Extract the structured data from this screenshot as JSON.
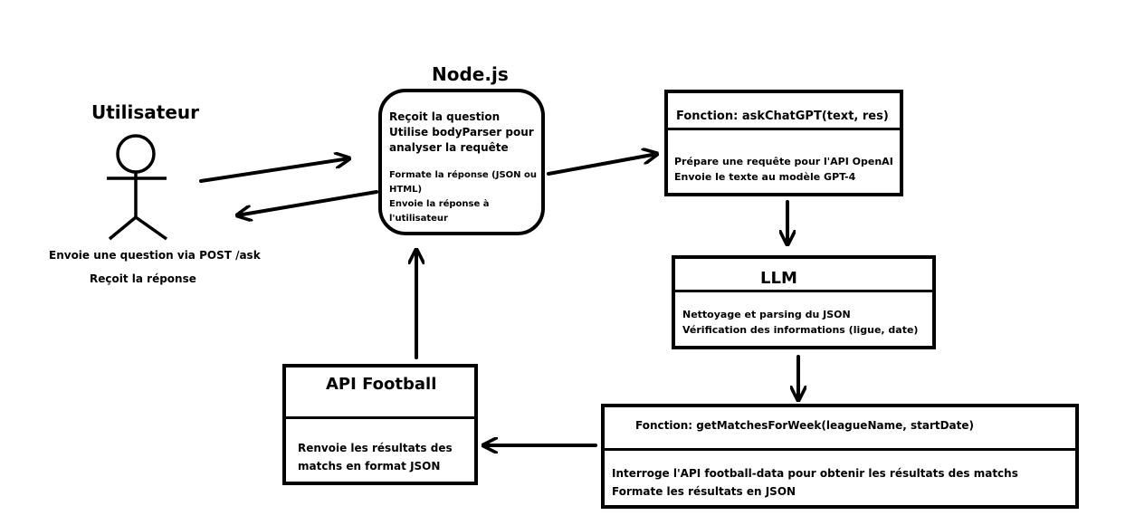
{
  "user": {
    "title": "Utilisateur",
    "line1": "Envoie une question via POST /ask",
    "line2": "Reçoit la réponse"
  },
  "node": {
    "title": "Node.js",
    "lines": [
      "Reçoit la question",
      "Utilise bodyParser pour",
      "analyser la requête",
      "Formate la réponse (JSON ou",
      "HTML)",
      "Envoie la réponse à",
      "l'utilisateur"
    ]
  },
  "askchatgpt": {
    "header": "Fonction: askChatGPT(text, res)",
    "lines": [
      "Prépare une requête pour l'API OpenAI",
      "Envoie le texte au modèle GPT-4"
    ]
  },
  "llm": {
    "header": "LLM",
    "lines": [
      "Nettoyage et parsing du JSON",
      "Vérification des informations (ligue, date)"
    ]
  },
  "getmatches": {
    "header": "Fonction: getMatchesForWeek(leagueName, startDate)",
    "lines": [
      "Interroge l'API football-data pour obtenir les résultats des matchs",
      "Formate les résultats en JSON"
    ]
  },
  "apifootball": {
    "header": "API Football",
    "lines": [
      "Renvoie les résultats des",
      "matchs en format JSON"
    ]
  },
  "colors": {
    "stroke": "#000000",
    "background": "#ffffff"
  }
}
